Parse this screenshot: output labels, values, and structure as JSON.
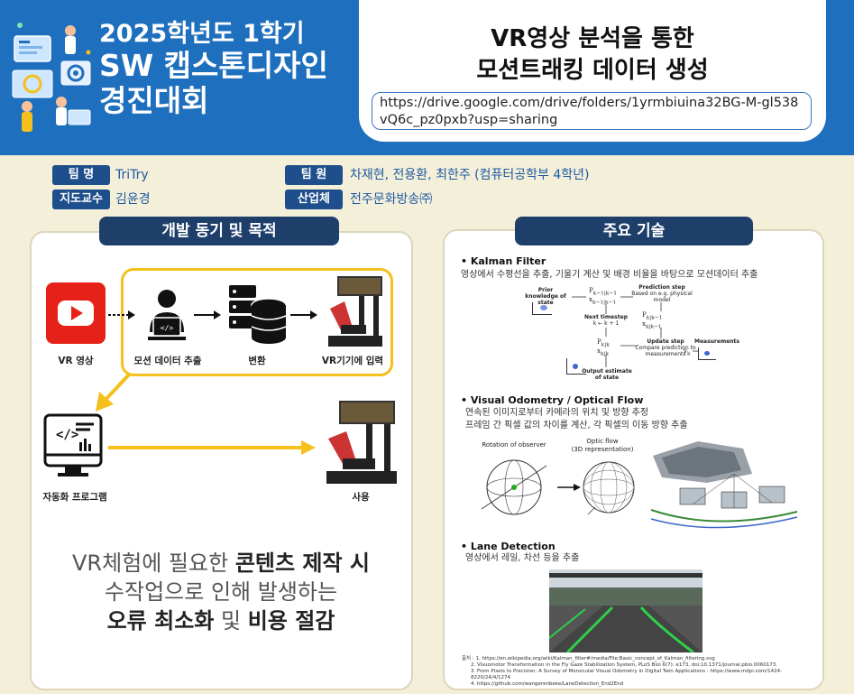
{
  "header": {
    "event_line1": "2025학년도 1학기",
    "event_line2": "SW 캡스톤디자인",
    "event_line3": "경진대회",
    "project_title_line1": "VR영상 분석을 통한",
    "project_title_line2": "모션트래킹 데이터 생성",
    "url": "https://drive.google.com/drive/folders/1yrmbiuina32BG-M-gl538vQ6c_pz0pxb?usp=sharing"
  },
  "info": {
    "team_label": "팀 명",
    "team_value": "TriTry",
    "members_label": "팀 원",
    "members_value": "차재현, 전용환, 최한주 (컴퓨터공학부 4학년)",
    "advisor_label": "지도교수",
    "advisor_value": "김윤경",
    "company_label": "산업체",
    "company_value": "전주문화방송㈜"
  },
  "left_panel": {
    "heading": "개발 동기 및 목적",
    "labels": {
      "vr_video": "VR 영상",
      "motion_extract": "모션 데이터 추출",
      "convert": "변환",
      "vr_input": "VR기기에 입력",
      "auto_program": "자동화 프로그램",
      "use": "사용"
    },
    "motive_1a": "VR체험에 필요한 ",
    "motive_1b": "콘텐츠 제작 시",
    "motive_2": "수작업으로 인해 발생하는",
    "motive_3a": "오류 최소화",
    "motive_3b": " 및 ",
    "motive_3c": "비용 절감"
  },
  "right_panel": {
    "heading": "주요 기술",
    "kalman_title": "• Kalman Filter",
    "kalman_desc": "영상에서 수평선을 추출, 기울기 계산 및 배경 비율을 바탕으로 모션데이터 추출",
    "kalman_diagram": {
      "prior": "Prior knowledge of state",
      "prediction": "Prediction step",
      "prediction_sub": "Based on e.g. physical model",
      "next": "Next timestep",
      "next_sub": "k ← k + 1",
      "update": "Update step",
      "update_sub": "Compare prediction to measurements",
      "measurements": "Measurements",
      "output": "Output estimate of state"
    },
    "vo_title": "• Visual Odometry / Optical Flow",
    "vo_desc1": "연속된 이미지로부터 카메라의 위치 및 방향 추정",
    "vo_desc2": "프레임 간 픽셀 값의 차이를 계산, 각 픽셀의 이동 방향 추출",
    "vo_rotation": "Rotation of observer",
    "vo_flow1": "Optic flow",
    "vo_flow2": "(3D representation)",
    "lane_title": "• Lane Detection",
    "lane_desc": "영상에서 레일, 차선 등을 추출",
    "refs": [
      "출처 : 1. https://en.wikipedia.org/wiki/Kalman_filter#/media/File:Basic_concept_of_Kalman_filtering.svg",
      "2. Visuomotor Transformation in the Fly Gaze Stabilization System, PLoS Biol 6(7): e173, doi:10.1371/journal.pbio.0060173.",
      "3. From Pixels to Precision: A Survey of Monocular Visual Odometry in Digital Twin Applications : https://www.mdpi.com/1424-8220/24/4/1274",
      "4. https://github.com/wangerenbeke/LaneDetection_End2End"
    ]
  },
  "colors": {
    "header_blue": "#1e6fbd",
    "tag_navy": "#1e4f8c",
    "panel_head": "#1e3f6a",
    "accent_yellow": "#f5bf1c",
    "background": "#f4efd9"
  }
}
